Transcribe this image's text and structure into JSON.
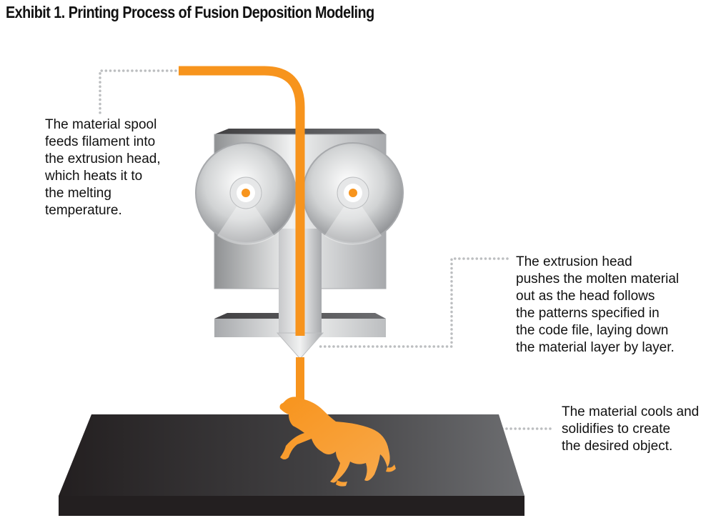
{
  "title": "Exhibit 1. Printing Process of Fusion Deposition Modeling",
  "callouts": {
    "spool": "The material spool\nfeeds filament into\nthe extrusion head,\nwhich heats it to\nthe melting\ntemperature.",
    "head": "The extrusion head\npushes the molten material\nout as the head follows\nthe patterns specified in\nthe code file, laying down\nthe material layer by layer.",
    "cooling": "The material cools and\nsolidifies to create\nthe desired object."
  },
  "colors": {
    "filament": "#f7941d",
    "metal_light": "#e6e7e8",
    "metal_dark": "#8a8c8e",
    "platform_dark": "#231f20",
    "platform_mid": "#58595b",
    "leader_dots": "#bcbec0"
  }
}
